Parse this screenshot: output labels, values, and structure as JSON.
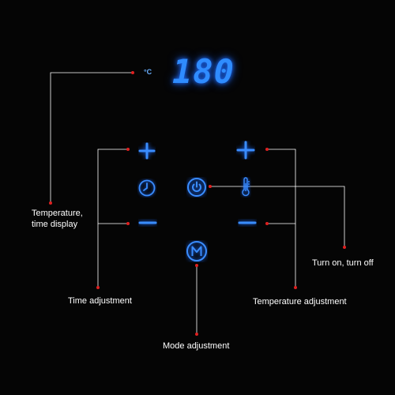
{
  "display": {
    "value": "180",
    "unit": "°C"
  },
  "labels": {
    "temp_time_display_line1": "Temperature,",
    "temp_time_display_line2": "time display",
    "time_adjustment": "Time adjustment",
    "temperature_adjustment": "Temperature adjustment",
    "mode_adjustment": "Mode adjustment",
    "turn_on_off": "Turn on, turn off"
  },
  "icons": {
    "time_plus": "plus-icon",
    "time_minus": "minus-icon",
    "temp_plus": "plus-icon",
    "temp_minus": "minus-icon",
    "clock": "clock-icon",
    "power": "power-icon",
    "thermometer": "thermometer-icon",
    "mode": "mode-m-icon"
  },
  "colors": {
    "background": "#050505",
    "glow": "#2f8cff",
    "leader": "#ffffff",
    "dot": "#e02020"
  }
}
